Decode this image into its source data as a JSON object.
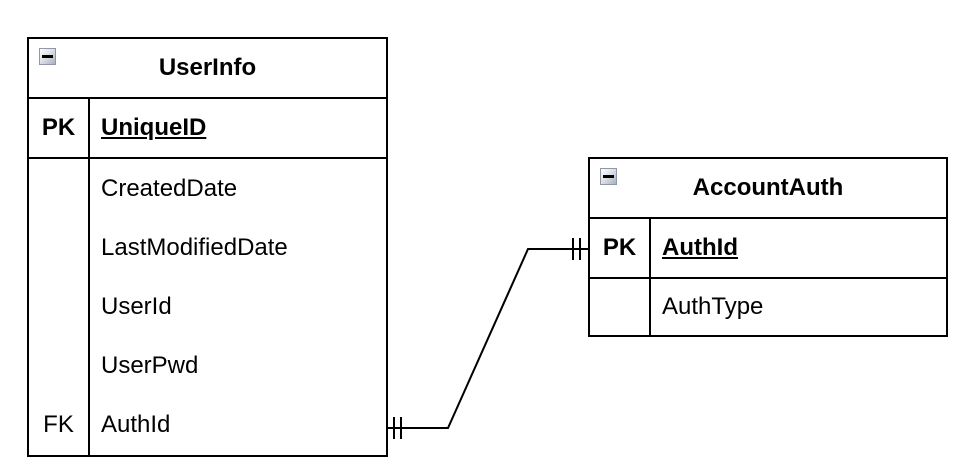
{
  "diagram": {
    "background_color": "#ffffff",
    "line_color": "#000000",
    "icon_border_color": "#8e98a8",
    "icon_glyph": "minus"
  },
  "entities": [
    {
      "title": "UserInfo",
      "pk_row": {
        "key": "PK",
        "name": "UniqueID"
      },
      "attributes": [
        {
          "key": "",
          "name": "CreatedDate"
        },
        {
          "key": "",
          "name": "LastModifiedDate"
        },
        {
          "key": "",
          "name": "UserId"
        },
        {
          "key": "",
          "name": "UserPwd"
        },
        {
          "key": "FK",
          "name": "AuthId"
        }
      ]
    },
    {
      "title": "AccountAuth",
      "pk_row": {
        "key": "PK",
        "name": "AuthId"
      },
      "attributes": [
        {
          "key": "",
          "name": "AuthType"
        }
      ]
    }
  ],
  "relationship": {
    "from_entity": "UserInfo",
    "from_attribute": "AuthId",
    "to_entity": "AccountAuth",
    "to_attribute": "AuthId",
    "from_cardinality": "one-and-only-one",
    "to_cardinality": "one-and-only-one"
  }
}
